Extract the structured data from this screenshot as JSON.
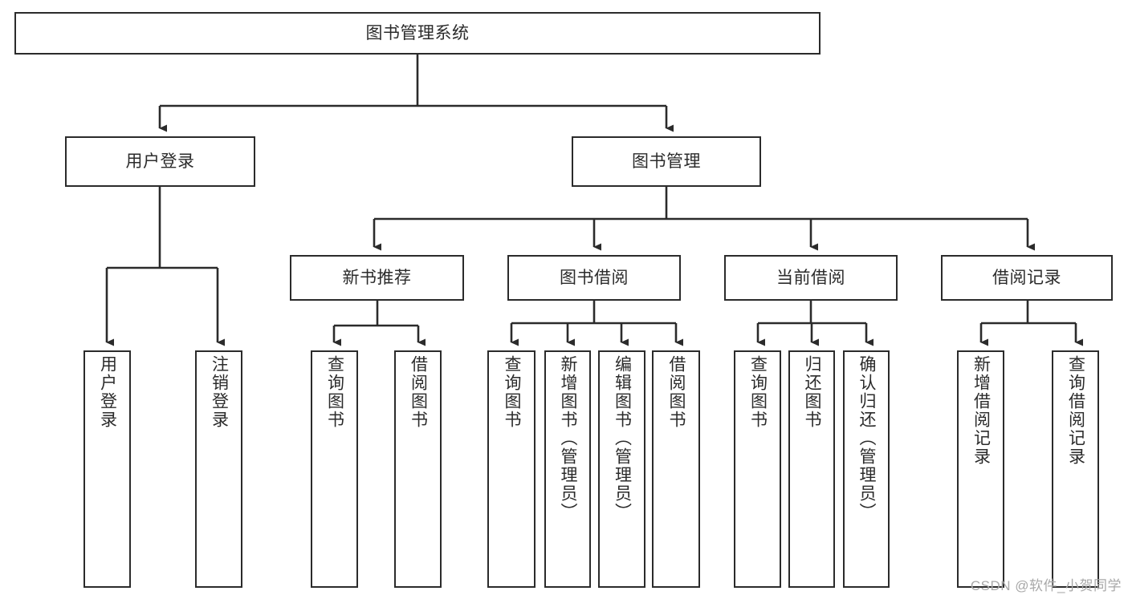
{
  "diagram": {
    "title": "图书管理系统",
    "type": "tree",
    "root": {
      "label": "图书管理系统",
      "orientation": "horizontal"
    },
    "level2": [
      {
        "label": "用户登录",
        "orientation": "horizontal"
      },
      {
        "label": "图书管理",
        "orientation": "horizontal"
      }
    ],
    "level3": [
      {
        "label": "新书推荐",
        "orientation": "horizontal"
      },
      {
        "label": "图书借阅",
        "orientation": "horizontal"
      },
      {
        "label": "当前借阅",
        "orientation": "horizontal"
      },
      {
        "label": "借阅记录",
        "orientation": "horizontal"
      }
    ],
    "leaves": {
      "user_login": [
        {
          "label": "用户登录",
          "orientation": "vertical"
        },
        {
          "label": "注销登录",
          "orientation": "vertical"
        }
      ],
      "new_book_recommend": [
        {
          "label": "查询图书",
          "orientation": "vertical"
        },
        {
          "label": "借阅图书",
          "orientation": "vertical"
        }
      ],
      "book_borrow": [
        {
          "label": "查询图书",
          "orientation": "vertical"
        },
        {
          "label": "新增图书（管理员）",
          "orientation": "vertical"
        },
        {
          "label": "编辑图书（管理员）",
          "orientation": "vertical"
        },
        {
          "label": "借阅图书",
          "orientation": "vertical"
        }
      ],
      "current_borrow": [
        {
          "label": "查询图书",
          "orientation": "vertical"
        },
        {
          "label": "归还图书",
          "orientation": "vertical"
        },
        {
          "label": "确认归还（管理员）",
          "orientation": "vertical"
        }
      ],
      "borrow_record": [
        {
          "label": "新增借阅记录",
          "orientation": "vertical"
        },
        {
          "label": "查询借阅记录",
          "orientation": "vertical"
        }
      ]
    },
    "colors": {
      "stroke": "#2b2b2b",
      "fill": "#ffffff",
      "text": "#2b2b2b",
      "watermark": "#a8a8a8"
    }
  },
  "watermark": {
    "text": "CSDN @软件_小贺同学"
  }
}
